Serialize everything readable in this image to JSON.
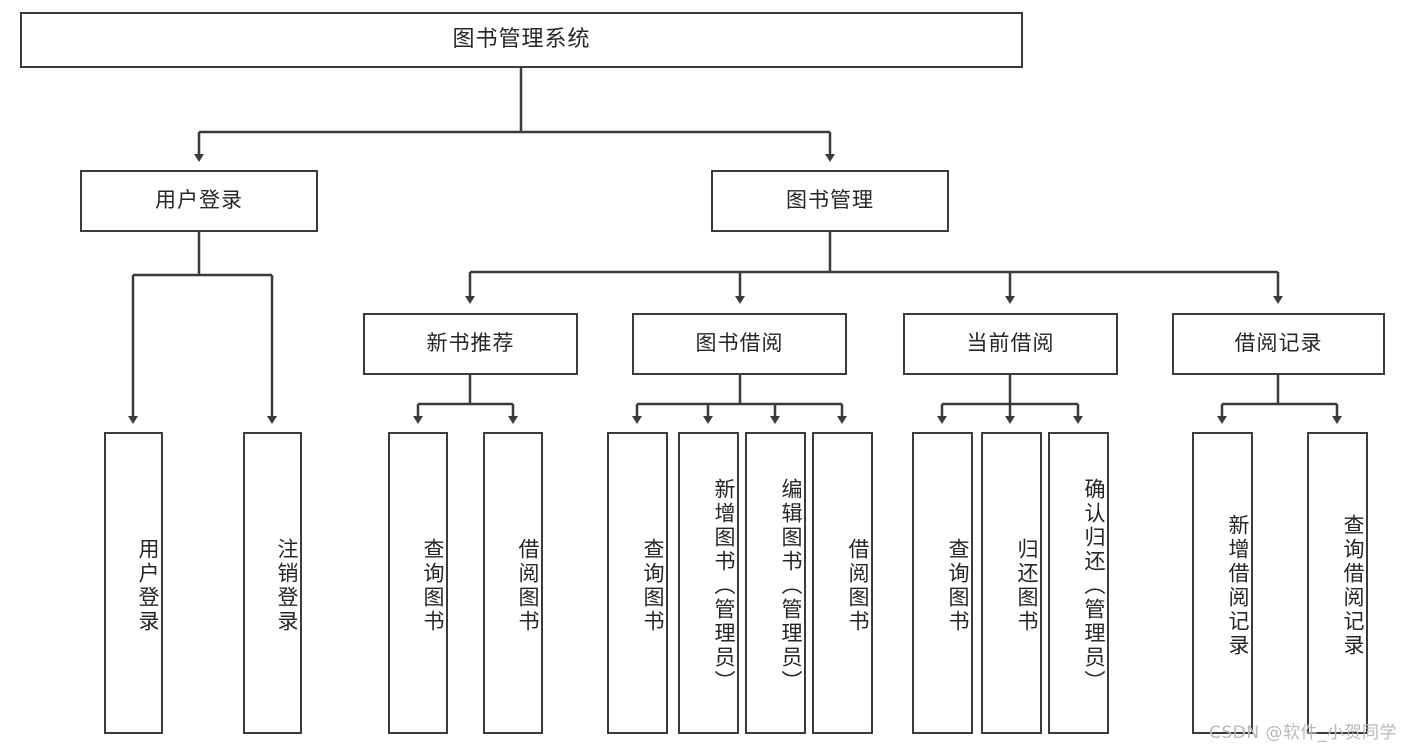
{
  "diagram": {
    "title": "图书管理系统",
    "type": "tree-hierarchy-chart",
    "root": {
      "label": "图书管理系统"
    },
    "level1": [
      {
        "label": "用户登录"
      },
      {
        "label": "图书管理"
      }
    ],
    "level2": [
      {
        "label": "新书推荐"
      },
      {
        "label": "图书借阅"
      },
      {
        "label": "当前借阅"
      },
      {
        "label": "借阅记录"
      }
    ],
    "leaves": {
      "user_login": [
        {
          "label": "用户登录"
        },
        {
          "label": "注销登录"
        }
      ],
      "new_book_recommend": [
        {
          "label": "查询图书"
        },
        {
          "label": "借阅图书"
        }
      ],
      "book_borrow": [
        {
          "label": "查询图书"
        },
        {
          "label": "新增图书（管理员）"
        },
        {
          "label": "编辑图书（管理员）"
        },
        {
          "label": "借阅图书"
        }
      ],
      "current_borrow": [
        {
          "label": "查询图书"
        },
        {
          "label": "归还图书"
        },
        {
          "label": "确认归还（管理员）"
        }
      ],
      "borrow_record": [
        {
          "label": "新增借阅记录"
        },
        {
          "label": "查询借阅记录"
        }
      ]
    }
  },
  "watermark": {
    "text": "CSDN @软件_小贺同学"
  },
  "colors": {
    "box_border": "#3b3b3b",
    "box_fill": "#ffffff",
    "connector": "#3b3b3b",
    "text": "#262626",
    "watermark": "#b9b9b9"
  }
}
